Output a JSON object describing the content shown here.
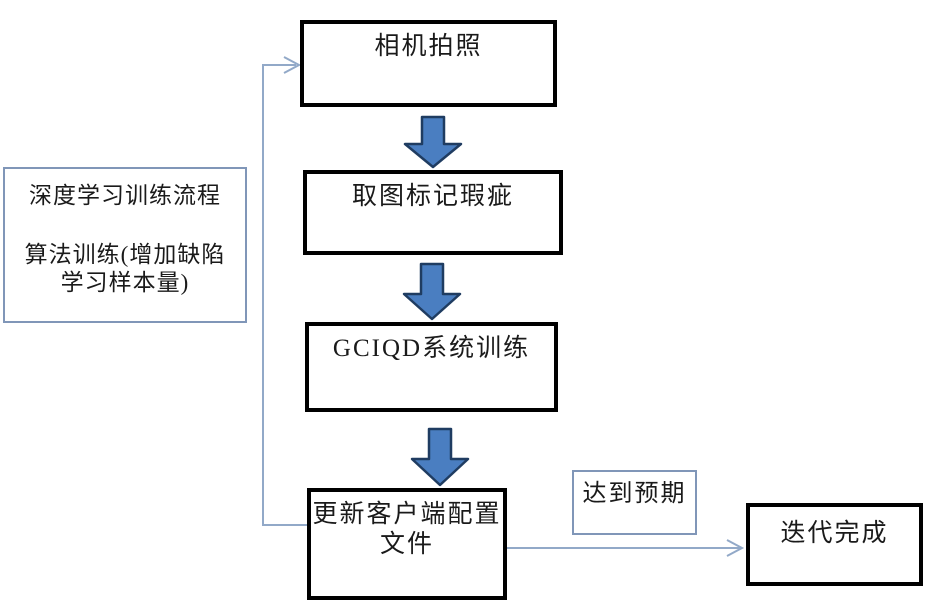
{
  "diagram": {
    "note_box": {
      "lines": [
        "深度学习训练流程",
        "算法训练(增加缺陷",
        "学习样本量)"
      ]
    },
    "steps": [
      {
        "label": "相机拍照"
      },
      {
        "label": "取图标记瑕疵"
      },
      {
        "label": "GCIQD系统训练"
      },
      {
        "label_lines": [
          "更新客户端配置",
          "文件"
        ]
      }
    ],
    "branch": {
      "condition_label": "达到预期",
      "result_label": "迭代完成"
    },
    "icons": {
      "flow_arrow": "block-arrow-down",
      "connector_arrow": "open-chevron-right"
    }
  },
  "colors": {
    "background": "#ffffff",
    "text": "#1a1a1a",
    "box_border": "#000000",
    "note_border": "#8096b8",
    "connector": "#92a9c8",
    "arrow_fill": "#4a7ec1",
    "arrow_stroke": "#1f3c61"
  }
}
